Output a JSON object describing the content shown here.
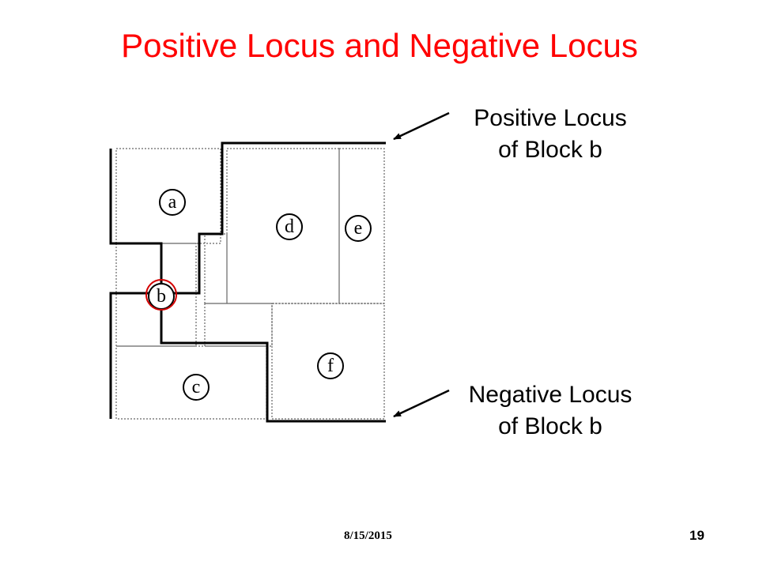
{
  "slide": {
    "title": "Positive Locus and Negative Locus",
    "title_color": "#ff0000",
    "date": "8/15/2015",
    "page_number": "19"
  },
  "callouts": {
    "positive_line1": "Positive Locus",
    "positive_line2": "of Block b",
    "negative_line1": "Negative Locus",
    "negative_line2": "of Block b"
  },
  "blocks": {
    "a": "a",
    "b": "b",
    "c": "c",
    "d": "d",
    "e": "e",
    "f": "f"
  },
  "colors": {
    "locus_line": "#000000",
    "grid_line": "#666666",
    "highlight_circle": "#d40000"
  }
}
